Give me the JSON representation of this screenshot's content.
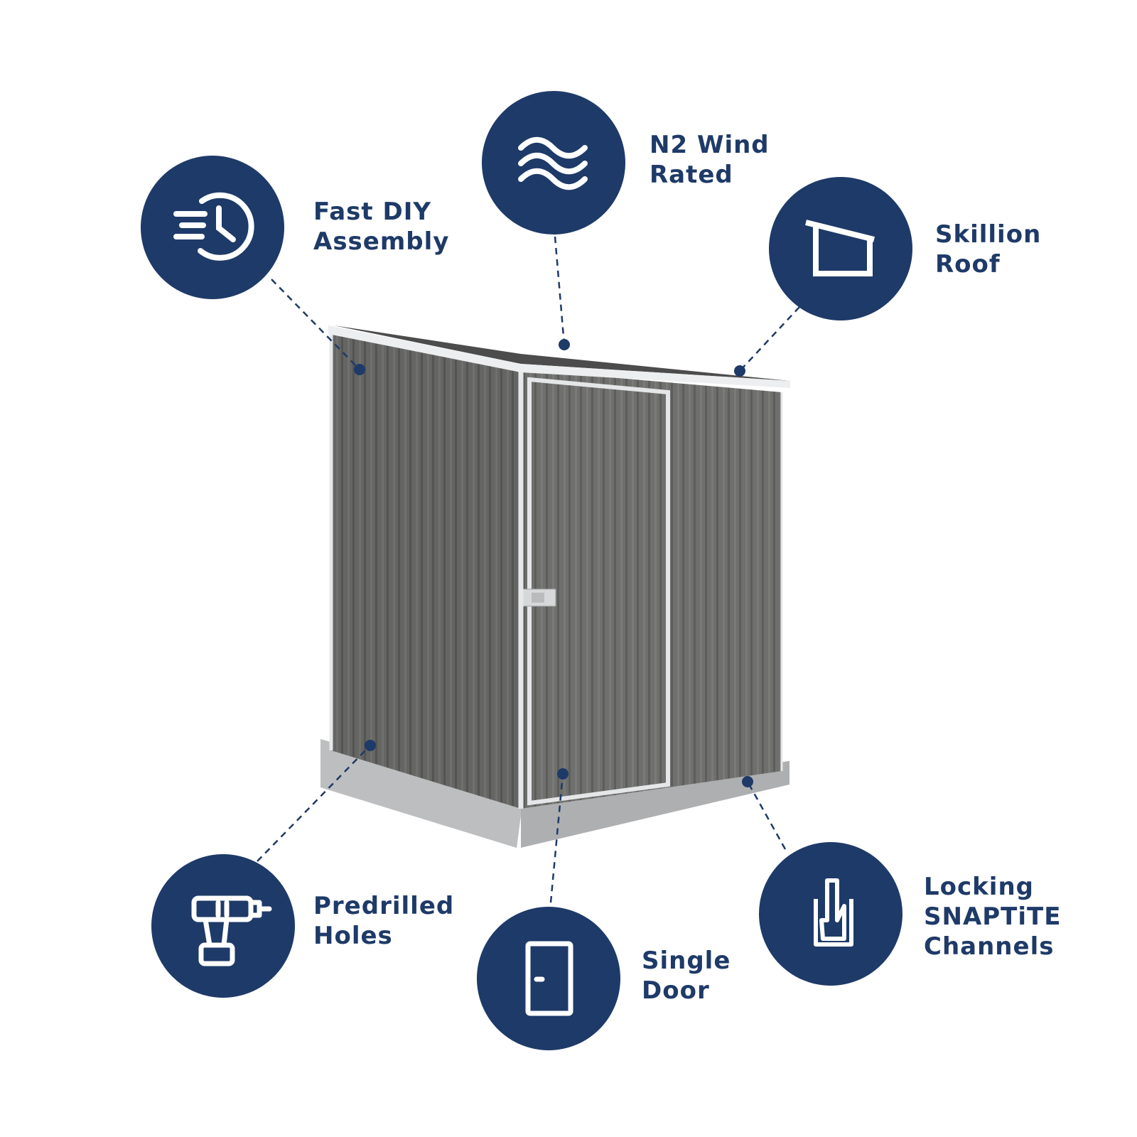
{
  "product": {
    "accent_color": "#1e3a68",
    "shed_color": "#6e6f6d",
    "trim_color": "#e6e8ea"
  },
  "features": [
    {
      "id": "fast-diy-assembly",
      "icon": "clock-speed-icon",
      "lines": [
        "Fast DIY",
        "Assembly"
      ]
    },
    {
      "id": "n2-wind-rated",
      "icon": "wind-waves-icon",
      "lines": [
        "N2 Wind",
        "Rated"
      ]
    },
    {
      "id": "skillion-roof",
      "icon": "skillion-roof-icon",
      "lines": [
        "Skillion",
        "Roof"
      ]
    },
    {
      "id": "predrilled-holes",
      "icon": "drill-icon",
      "lines": [
        "Predrilled",
        "Holes"
      ]
    },
    {
      "id": "single-door",
      "icon": "door-icon",
      "lines": [
        "Single",
        "Door"
      ]
    },
    {
      "id": "locking-snaptite-channels",
      "icon": "channel-icon",
      "lines": [
        "Locking",
        "SNAPTiTE",
        "Channels"
      ]
    }
  ]
}
